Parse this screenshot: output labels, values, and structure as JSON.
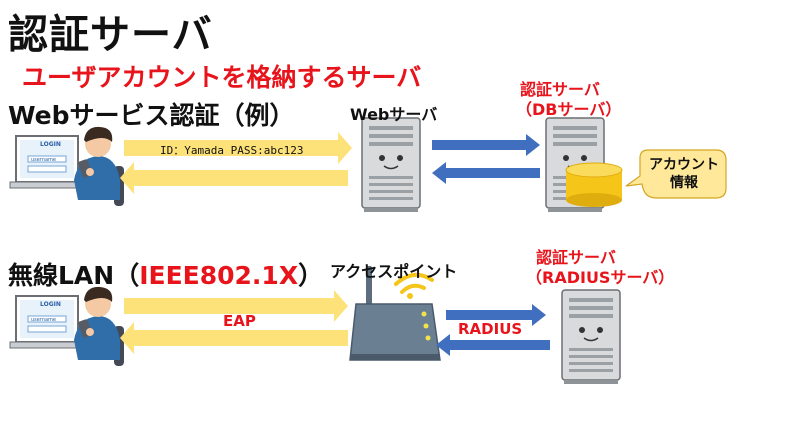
{
  "title": "認証サーバ",
  "subtitle": "ユーザアカウントを格納するサーバ",
  "web_section": {
    "heading": "Webサービス認証（例）",
    "web_server_label": "Webサーバ",
    "auth_server_label_line1": "認証サーバ",
    "auth_server_label_line2": "（DBサーバ）",
    "request_text": "ID：Yamada PASS:abc123",
    "bubble_line1": "アカウント",
    "bubble_line2": "情報",
    "login_text": "LOGIN",
    "username_text": "username"
  },
  "wlan_section": {
    "heading_prefix": "無線LAN（",
    "heading_highlight": "IEEE802.1X",
    "heading_suffix": "）",
    "access_point_label": "アクセスポイント",
    "auth_server_label_line1": "認証サーバ",
    "auth_server_label_line2": "（RADIUSサーバ）",
    "eap_label": "EAP",
    "radius_label": "RADIUS",
    "login_text": "LOGIN",
    "username_text": "username"
  },
  "colors": {
    "accent_red": "#e8141b",
    "yellow_arrow": "#fde27a",
    "blue_arrow": "#3f6fbe",
    "server_gray": "#d8dadb",
    "bubble_fill": "#ffe89a",
    "db_yellow": "#f6c51a"
  }
}
